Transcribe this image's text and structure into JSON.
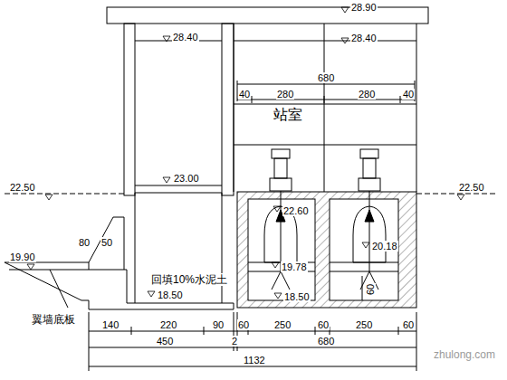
{
  "diagram": {
    "nodes": [
      {
        "text": [
          "站室"
        ]
      }
    ],
    "labels": [
      "28.40",
      "28.90",
      "28.40",
      "680",
      "40",
      "280",
      "280",
      "40",
      "23.00",
      "22.50",
      "22.50",
      "22.60",
      "20.18",
      "80",
      "50",
      "19.90",
      "19.78",
      "回填10%水泥土",
      "18.50",
      "18.50",
      "60",
      "翼墙底板",
      "140",
      "220",
      "90",
      "60",
      "250",
      "60",
      "250",
      "60",
      "450",
      "2",
      "680",
      "1132",
      "zhulong.com"
    ]
  }
}
